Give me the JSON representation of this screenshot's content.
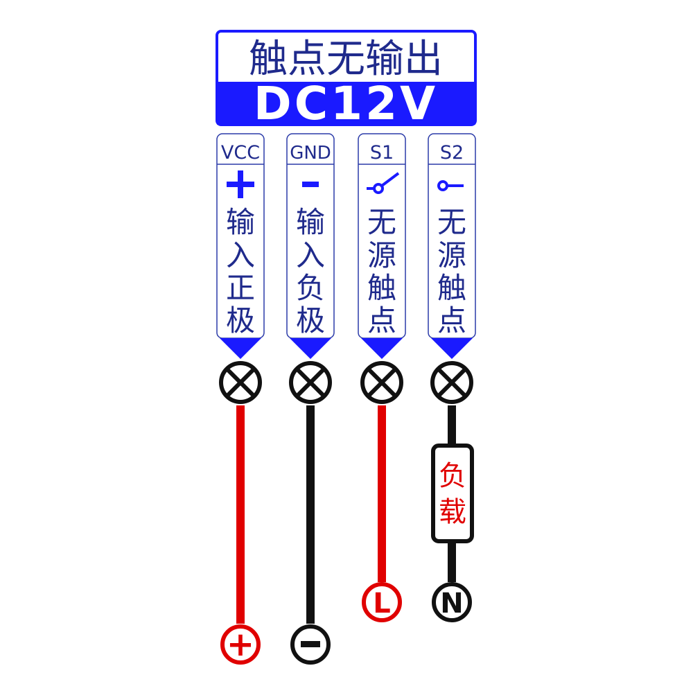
{
  "header": {
    "title": "触点无输出",
    "voltage": "DC12V"
  },
  "terminals": [
    {
      "code": "VCC",
      "symbol": "+",
      "desc": [
        "输",
        "入",
        "正",
        "极"
      ],
      "wire_color": "#e00000",
      "end_label": "+",
      "end_color": "#e00000"
    },
    {
      "code": "GND",
      "symbol": "-",
      "desc": [
        "输",
        "入",
        "负",
        "极"
      ],
      "wire_color": "#111111",
      "end_label": "-",
      "end_color": "#111111"
    },
    {
      "code": "S1",
      "symbol": "switch-open-icon",
      "desc": [
        "无",
        "源",
        "触",
        "点"
      ],
      "wire_color": "#e00000",
      "end_label": "L",
      "end_color": "#e00000"
    },
    {
      "code": "S2",
      "symbol": "switch-contact-icon",
      "desc": [
        "无",
        "源",
        "触",
        "点"
      ],
      "wire_color": "#111111",
      "end_label": "N",
      "end_color": "#111111"
    }
  ],
  "load": {
    "label": [
      "负",
      "载"
    ],
    "color": "#e00000"
  },
  "colors": {
    "blue": "#1a1aff",
    "text_blue": "#1f2a8c",
    "red": "#e00000",
    "black": "#111111"
  }
}
